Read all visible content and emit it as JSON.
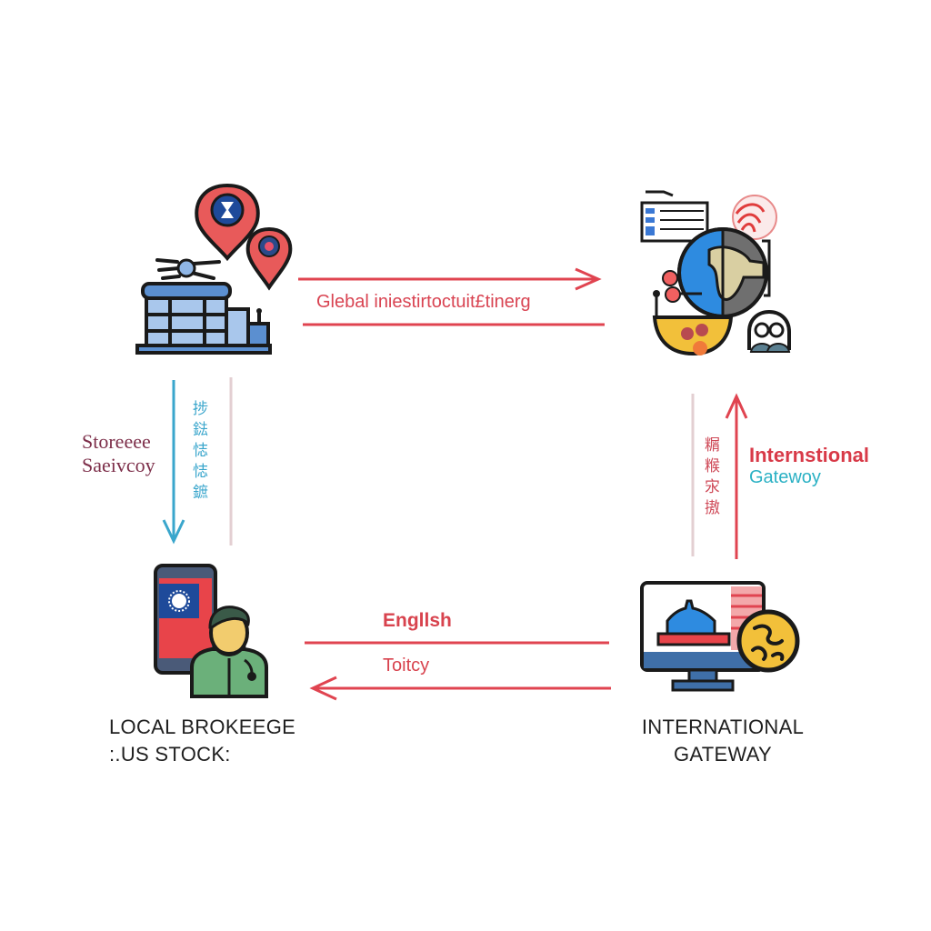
{
  "colors": {
    "arrow_red": "#e04450",
    "arrow_blue": "#3aa6cc",
    "divider_line": "#e3cfd2",
    "building_blue": "#5b8fd0",
    "pin_red": "#e85a5a",
    "flag_red": "#e8444a",
    "flag_blue": "#1e4a9a",
    "person_green": "#6bb07a",
    "skin": "#f2cc6e",
    "globe_blue": "#2e8be0",
    "gold": "#f2c03a"
  },
  "nodes": {
    "top_left": {
      "icon": "office-building-with-location-pins-icon"
    },
    "top_right": {
      "icon": "globe-network-icon"
    },
    "bottom_left": {
      "icon": "phone-flag-and-person-icon",
      "caption_lines": [
        "LOCAL BROKEEGE",
        ":.US STOCK:"
      ]
    },
    "bottom_right": {
      "icon": "monitor-with-coin-icon",
      "caption_lines": [
        "INTERNATIONAL",
        "GATEWAY"
      ]
    }
  },
  "edges": {
    "top": {
      "direction": "right",
      "label": "Glebal iniestirtoctuit£tinerg"
    },
    "left": {
      "direction": "down",
      "label_lines": [
        "Storeeee",
        "Saeivcoy"
      ],
      "cjk_text": "捗鍅𢙺𢙺鏣"
    },
    "right": {
      "direction": "up",
      "label_lines": [
        "Internstional",
        "Gatewoy"
      ],
      "cjk_text": "糏糇㲾𢳆"
    },
    "bottom": {
      "direction": "left",
      "label_upper": "Engllsh",
      "label_lower": "Toitcy"
    }
  }
}
